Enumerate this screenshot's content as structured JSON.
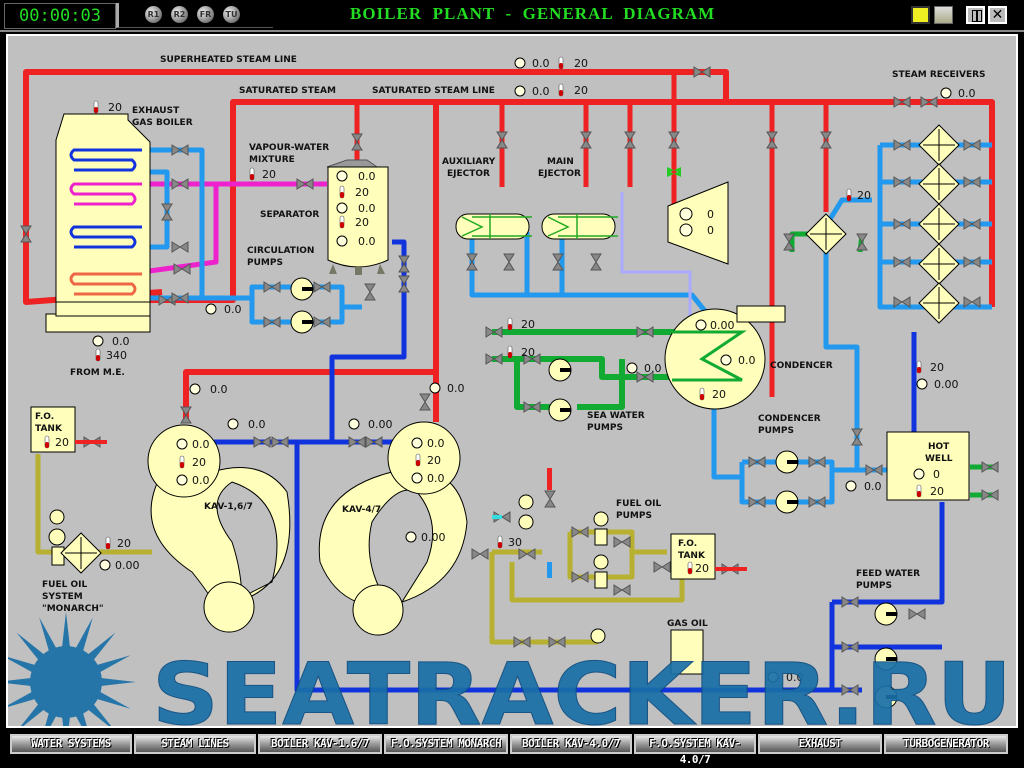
{
  "window": {
    "timer": "00:00:03",
    "title": "BOILER  PLANT  -  GENERAL  DIAGRAM",
    "round_buttons": [
      "R1",
      "R2",
      "FR",
      "TU"
    ],
    "toolbar_icons": [
      "save-icon",
      "open-folder-icon",
      "pause-icon",
      "close-icon"
    ]
  },
  "colors": {
    "superheated_steam": "#ee2222",
    "water": "#2288ee",
    "feed_water": "#1133dd",
    "vapour_mixture": "#ee22cc",
    "sea_water": "#11aa33",
    "fuel_oil": "#b8b030",
    "equipment_fill": "#ffffbb",
    "background": "#c0c0c0",
    "title_green": "#22dd22"
  },
  "labels": {
    "superheated_line": "SUPERHEATED STEAM LINE",
    "saturated_steam": "SATURATED STEAM",
    "saturated_line": "SATURATED STEAM  LINE",
    "exhaust_boiler": [
      "EXHAUST",
      "GAS  BOILER"
    ],
    "vapour_water": [
      "VAPOUR-WATER",
      "MIXTURE"
    ],
    "separator": "SEPARATOR",
    "circulation_pumps": [
      "CIRCULATION",
      "PUMPS"
    ],
    "aux_ejector": [
      "AUXILIARY",
      "EJECTOR"
    ],
    "main_ejector": [
      "MAIN",
      "EJECTOR"
    ],
    "steam_receivers": "STEAM RECEIVERS",
    "condenser": "CONDENCER",
    "sea_water_pumps": [
      "SEA  WATER",
      "PUMPS"
    ],
    "condenser_pumps": [
      "CONDENCER",
      "PUMPS"
    ],
    "hot_well": [
      "HOT",
      "WELL"
    ],
    "from_me": "FROM M.E.",
    "fo_tank": [
      "F.O.",
      "TANK"
    ],
    "fuel_oil_system": [
      "FUEL OIL",
      "SYSTEM",
      "\"MONARCH\""
    ],
    "kav16": "KAV-1,6/7",
    "kav4": "KAV-4/7",
    "fuel_oil_pumps": [
      "FUEL OIL",
      "PUMPS"
    ],
    "gas_oil": "GAS OIL",
    "feed_water_pumps": [
      "FEED  WATER",
      "PUMPS"
    ]
  },
  "readings": {
    "superheated_p": "0.0",
    "superheated_t": "20",
    "saturated_p": "0.0",
    "saturated_t": "20",
    "exhaust_boiler_t": "20",
    "exhaust_boiler_g": "0.0",
    "exhaust_boiler_gas_t": "340",
    "vapour_t": "20",
    "separator": {
      "p": "0.0",
      "t1": "20",
      "l": "0.0",
      "t2": "20",
      "g": "0.0"
    },
    "circ_g": "0.0",
    "turbine": {
      "n_small": "0",
      "n_big": "0"
    },
    "receivers_p": "0.0",
    "receivers_heater_t": "20",
    "condenser": {
      "p": "0.00",
      "l": "0.0",
      "t": "20"
    },
    "sea_in_t1": "20",
    "sea_in_t2": "20",
    "sea_p": "0.0",
    "hotwell_in_t": "20",
    "hotwell_in_g": "0.00",
    "hotwell": {
      "l": "0",
      "t": "20"
    },
    "cond_pumps_p": "0.0",
    "kav16_steam_g": "0.0",
    "kav16_feed_g": "0.0",
    "kav16": {
      "p": "0.0",
      "t": "20",
      "l": "0.0"
    },
    "kav4_steam_g": "0.0",
    "kav4_feed_g": "0.00",
    "kav4": {
      "p": "0.0",
      "t": "20",
      "l": "0.0"
    },
    "fo_tank1_t": "20",
    "monarch_t": "20",
    "monarch_g": "0.00",
    "kav4_fuel_g": "0.00",
    "fuel_t": "30",
    "fo_tank2_t": "20",
    "feed_p": "0.0"
  },
  "nav": [
    "WATER SYSTEMS",
    "STEAM LINES",
    "BOILER KAV-1.6/7",
    "F.O.SYSTEM MONARCH",
    "BOILER KAV-4.0/7",
    "F.O.SYSTEM KAV-4.0/7",
    "EXHAUST",
    "TURBOGENERATOR"
  ],
  "watermark": "SEATRACKER.RU"
}
